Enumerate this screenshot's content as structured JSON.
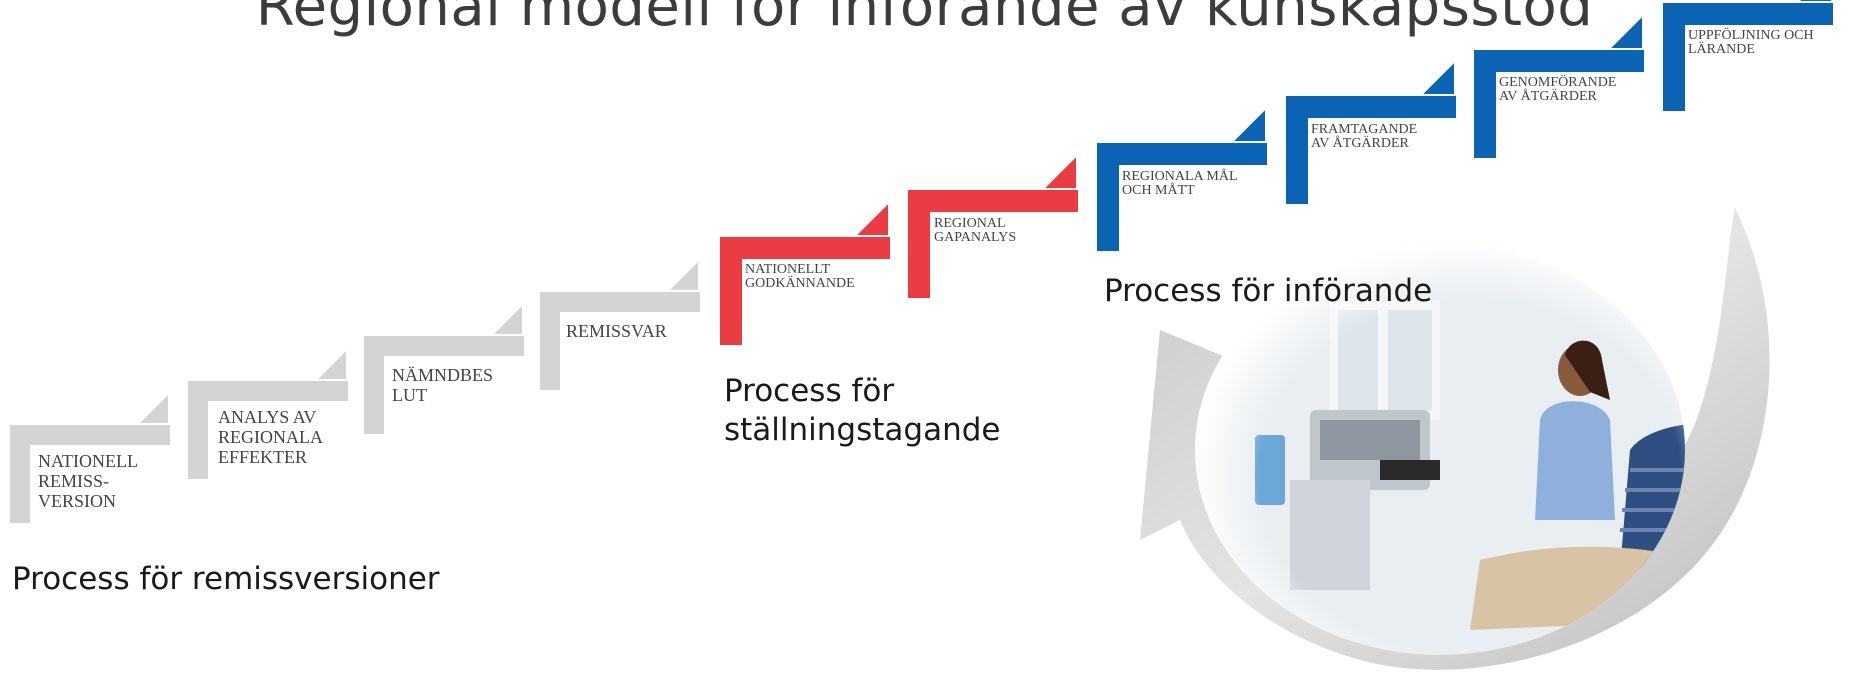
{
  "title": "Regional modell för införande av kunskapsstöd",
  "colors": {
    "gray": "#d4d4d4",
    "red": "#ec3c43",
    "blue": "#0b63b3",
    "arrow": "#d6d6d6"
  },
  "steps": [
    {
      "label": "NATIONELL\nREMISS-\nVERSION",
      "color": "gray"
    },
    {
      "label": "ANALYS AV\nREGIONALA\nEFFEKTER",
      "color": "gray"
    },
    {
      "label": "NÄMNDBES\nLUT",
      "color": "gray"
    },
    {
      "label": "REMISSVAR",
      "color": "gray"
    },
    {
      "label": "NATIONELLT\nGODKÄNNANDE",
      "color": "red"
    },
    {
      "label": "REGIONAL\nGAPANALYS",
      "color": "red"
    },
    {
      "label": "REGIONALA MÅL\nOCH MÅTT",
      "color": "blue"
    },
    {
      "label": "FRAMTAGANDE\nAV ÅTGÄRDER",
      "color": "blue"
    },
    {
      "label": "GENOMFÖRANDE\nAV ÅTGÄRDER",
      "color": "blue"
    },
    {
      "label": "UPPFÖLJNING OCH\nLÄRANDE",
      "color": "blue"
    }
  ],
  "process_labels": {
    "remiss": "Process för remissversioner",
    "stallning": "Process för\nställningstagande",
    "inforande": "Process för införande"
  },
  "photo": {
    "description_icon": "healthcare-ultrasound-photo-icon"
  }
}
